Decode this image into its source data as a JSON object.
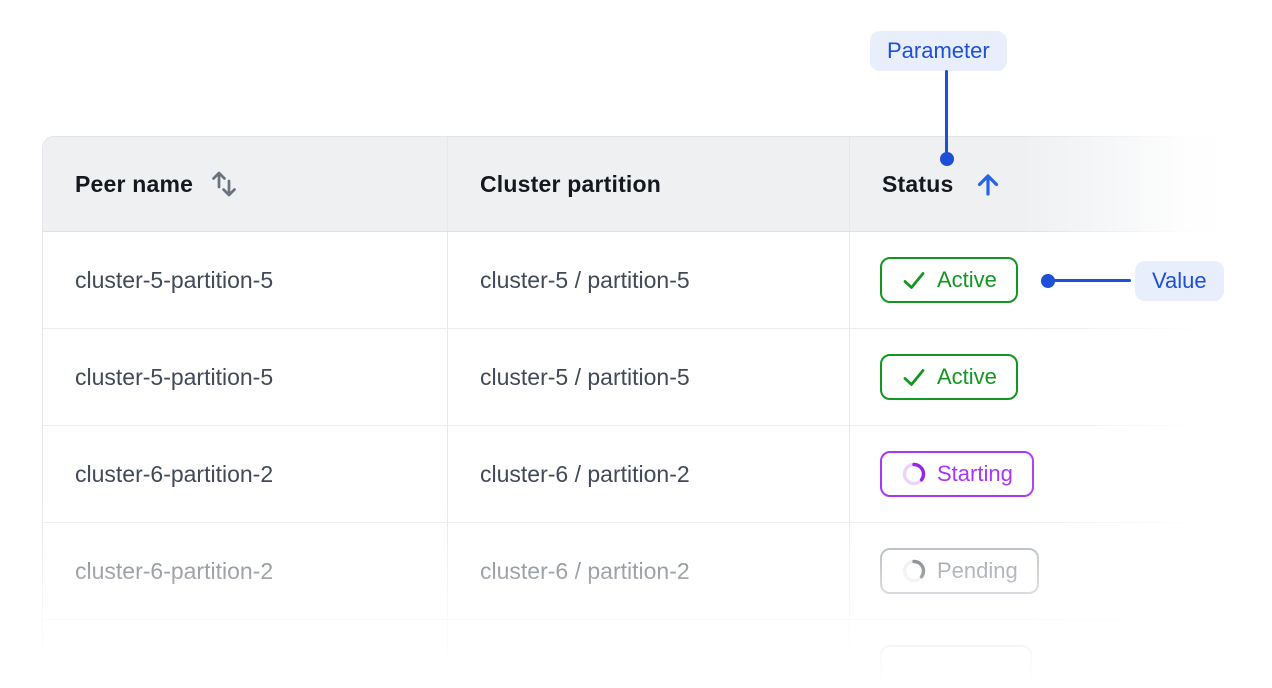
{
  "table": {
    "columns": {
      "peer_name": {
        "label": "Peer name",
        "sortable": true
      },
      "cluster_partition": {
        "label": "Cluster partition"
      },
      "status": {
        "label": "Status",
        "sort_direction": "ascending"
      }
    },
    "rows": [
      {
        "peer_name": "cluster-5-partition-5",
        "cluster_partition": "cluster-5 / partition-5",
        "status": "Active"
      },
      {
        "peer_name": "cluster-5-partition-5",
        "cluster_partition": "cluster-5 / partition-5",
        "status": "Active"
      },
      {
        "peer_name": "cluster-6-partition-2",
        "cluster_partition": "cluster-6 / partition-2",
        "status": "Starting"
      },
      {
        "peer_name": "cluster-6-partition-2",
        "cluster_partition": "cluster-6 / partition-2",
        "status": "Pending"
      },
      {
        "peer_name": "",
        "cluster_partition": "",
        "status": ""
      }
    ]
  },
  "annotations": {
    "parameter_label": "Parameter",
    "value_label": "Value"
  },
  "colors": {
    "annotation_blue": "#1d4fd7",
    "annotation_pill_bg": "#e8eefb",
    "status_active_green": "#149622",
    "status_starting_purple": "#a935f5",
    "status_pending_gray": "#6b7280",
    "header_bg": "#eef0f2",
    "sort_arrow_blue": "#2563eb"
  }
}
